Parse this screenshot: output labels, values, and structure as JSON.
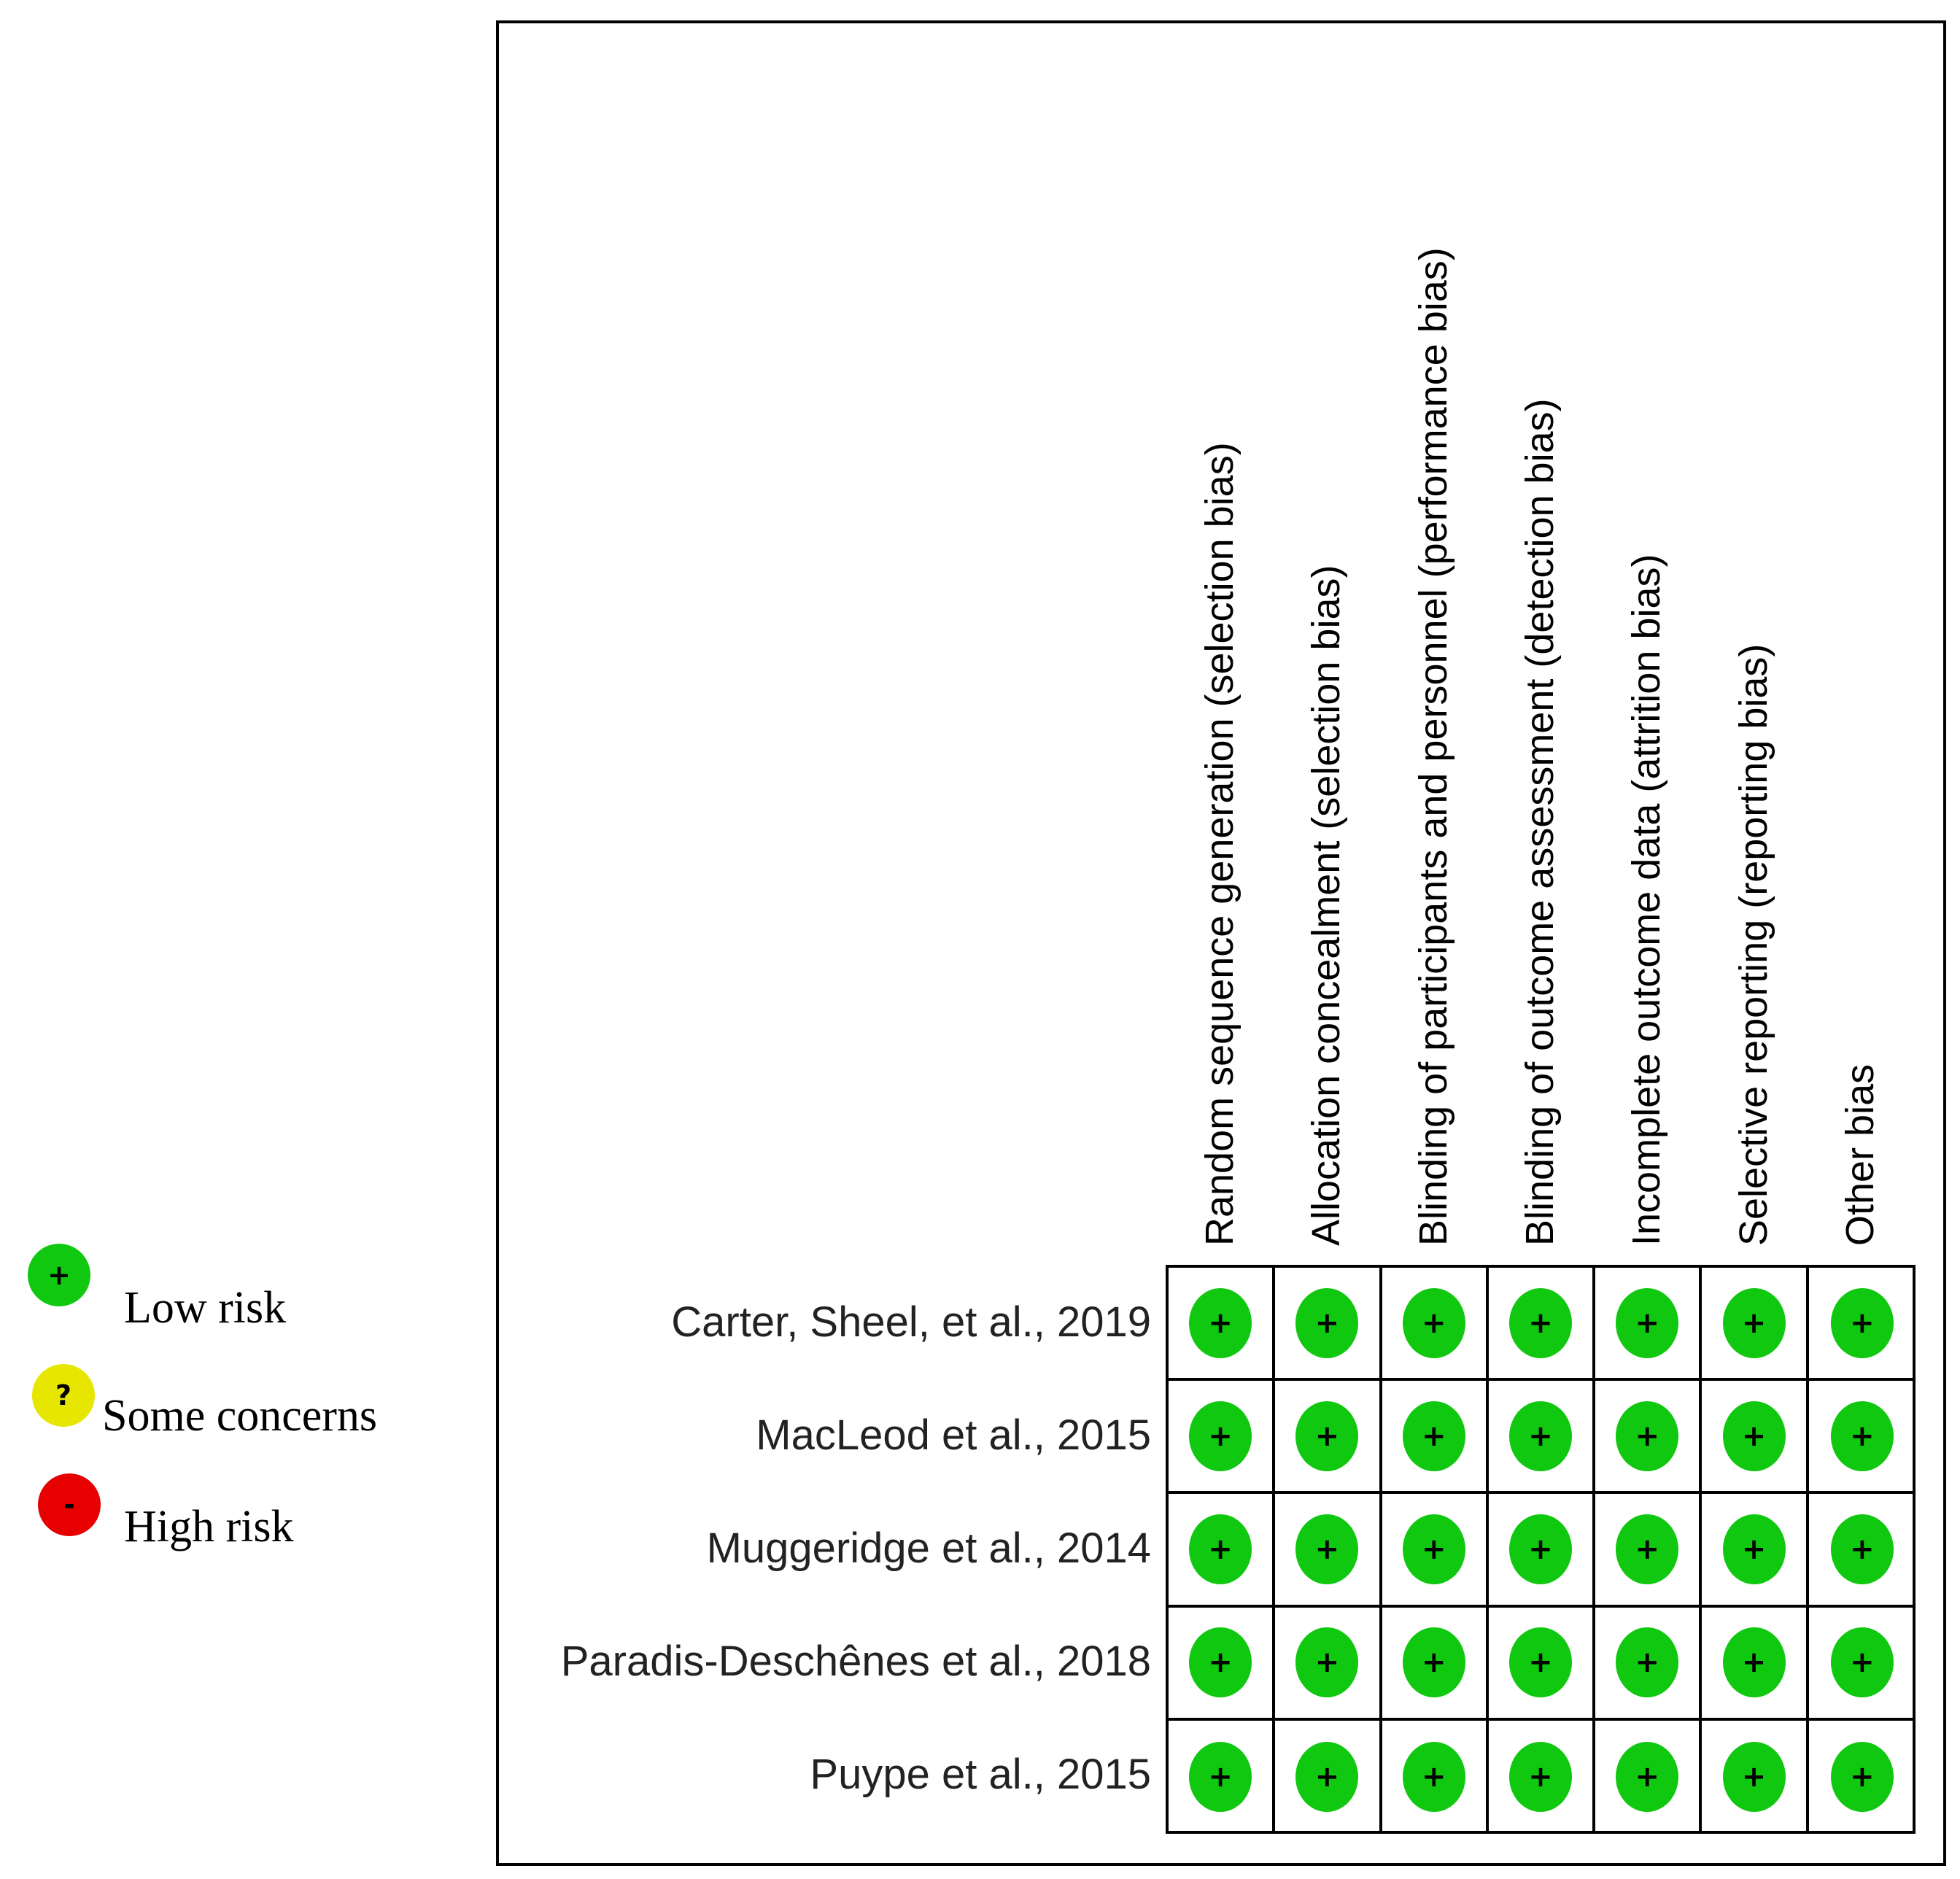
{
  "legend": [
    {
      "symbol": "+",
      "label": "Low risk",
      "color": "#10c810"
    },
    {
      "symbol": "?",
      "label": "Some concerns",
      "color": "#e6e600"
    },
    {
      "symbol": "-",
      "label": "High risk",
      "color": "#e60000"
    }
  ],
  "chart_data": {
    "type": "table",
    "title": "",
    "columns": [
      "Random sequence generation (selection bias)",
      "Allocation concealment (selection bias)",
      "Blinding of participants and personnel (performance bias)",
      "Blinding of outcome assessment (detection bias)",
      "Incomplete outcome data (attrition bias)",
      "Selective reporting (reporting bias)",
      "Other bias"
    ],
    "rows": [
      "Carter, Sheel, et al., 2019",
      "MacLeod et al., 2015",
      "Muggeridge et al., 2014",
      "Paradis-Deschênes et al., 2018",
      "Puype et al., 2015"
    ],
    "values": [
      [
        "+",
        "+",
        "+",
        "+",
        "+",
        "+",
        "+"
      ],
      [
        "+",
        "+",
        "+",
        "+",
        "+",
        "+",
        "+"
      ],
      [
        "+",
        "+",
        "+",
        "+",
        "+",
        "+",
        "+"
      ],
      [
        "+",
        "+",
        "+",
        "+",
        "+",
        "+",
        "+"
      ],
      [
        "+",
        "+",
        "+",
        "+",
        "+",
        "+",
        "+"
      ]
    ],
    "symbol_colors": {
      "+": "#10c810",
      "?": "#e6e600",
      "-": "#e60000"
    }
  }
}
